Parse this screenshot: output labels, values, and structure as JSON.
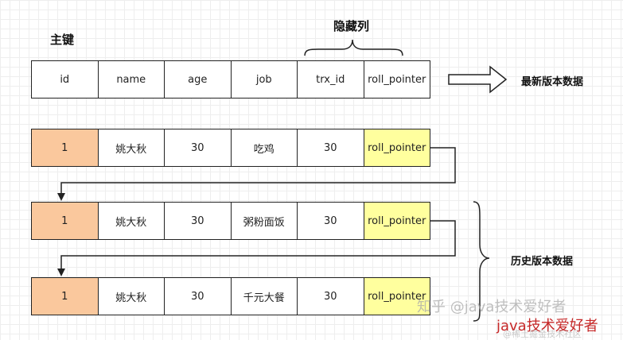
{
  "labels": {
    "primary_key": "主键",
    "hidden_columns": "隐藏列",
    "latest_version": "最新版本数据",
    "history_version": "历史版本数据"
  },
  "header": [
    "id",
    "name",
    "age",
    "job",
    "trx_id",
    "roll_pointer"
  ],
  "rows": [
    [
      "1",
      "姚大秋",
      "30",
      "吃鸡",
      "30",
      "roll_pointer"
    ],
    [
      "1",
      "姚大秋",
      "30",
      "粥粉面饭",
      "30",
      "roll_pointer"
    ],
    [
      "1",
      "姚大秋",
      "30",
      "千元大餐",
      "30",
      "roll_pointer"
    ]
  ],
  "colors": {
    "id_cell": "#fac89d",
    "pointer_cell": "#ffff9e",
    "line": "#222222"
  },
  "watermark": {
    "line1": "知乎 @java技术爱好者",
    "line2": "java技术爱好者",
    "line3": "@稀土掘金技术社区"
  }
}
